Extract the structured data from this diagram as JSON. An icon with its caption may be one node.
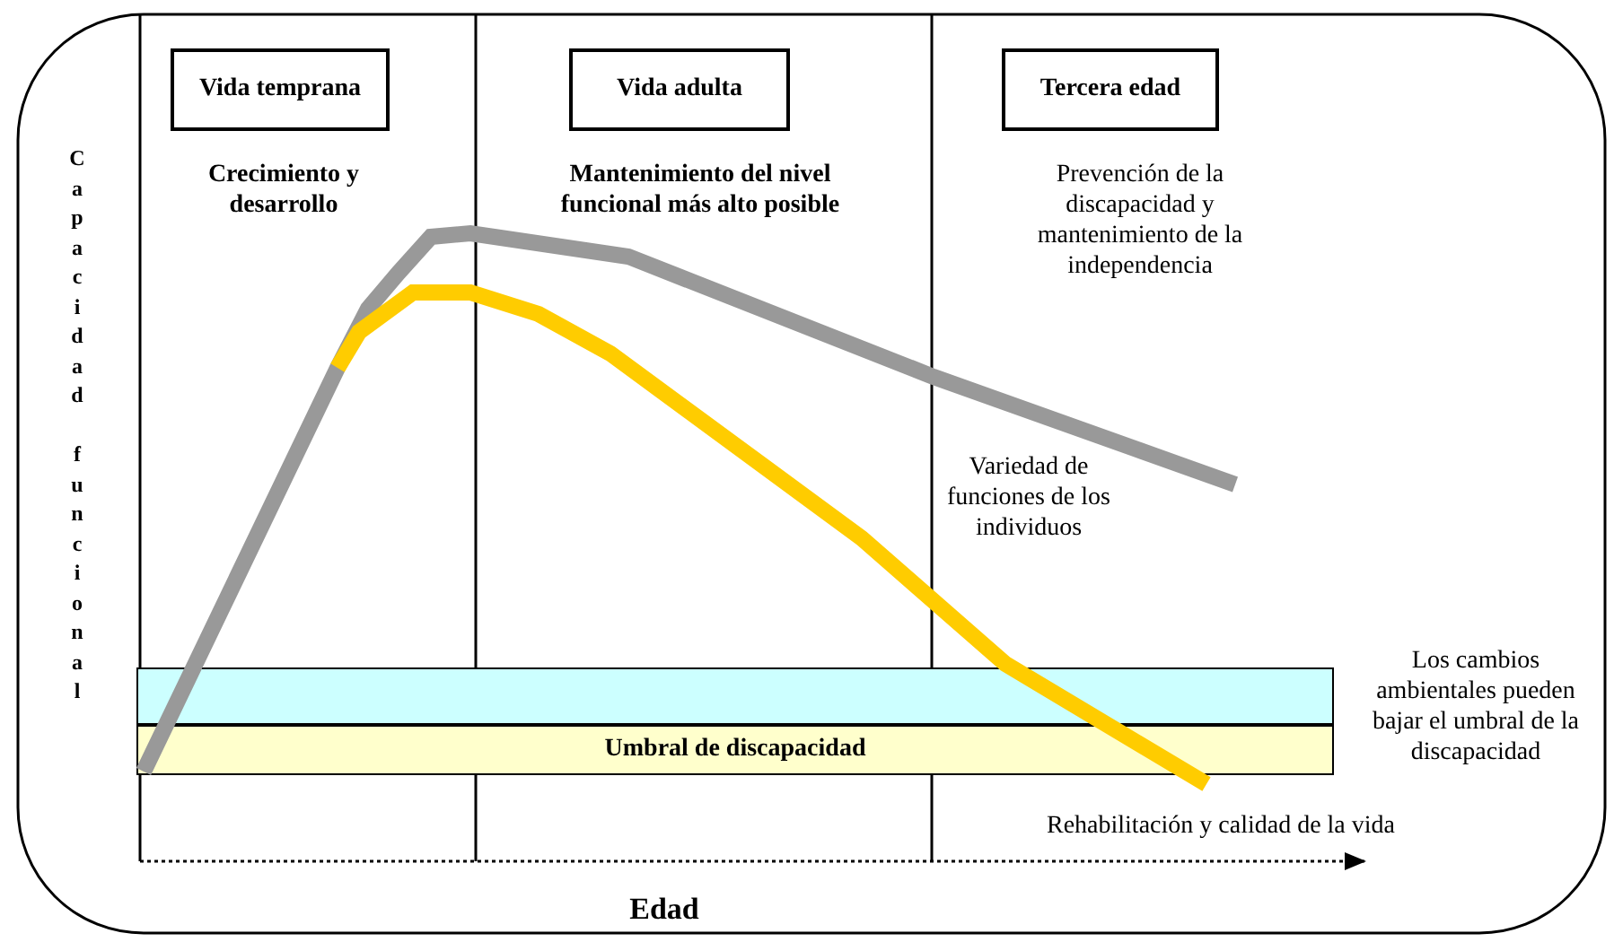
{
  "diagram": {
    "nodes": [
      {
        "text": [
          "Vida temprana"
        ]
      },
      {
        "text": [
          "Vida adulta"
        ]
      },
      {
        "text": [
          "Tercera edad"
        ]
      },
      {
        "text": [],
        "shape": "bar"
      },
      {
        "text": [
          "Umbral de discapacidad"
        ]
      }
    ],
    "edges": [],
    "labels": [
      "Capacidad funcional",
      "Crecimiento y desarrollo",
      "Mantenimiento del nivel funcional más alto posible",
      "Prevención de la discapacidad y mantenimiento de la independencia",
      "Variedad de funciones de los individuos",
      "Los cambios ambientales pueden bajar el umbral de la discapacidad",
      "Rehabilitación y calidad de la vida",
      "Edad"
    ]
  }
}
